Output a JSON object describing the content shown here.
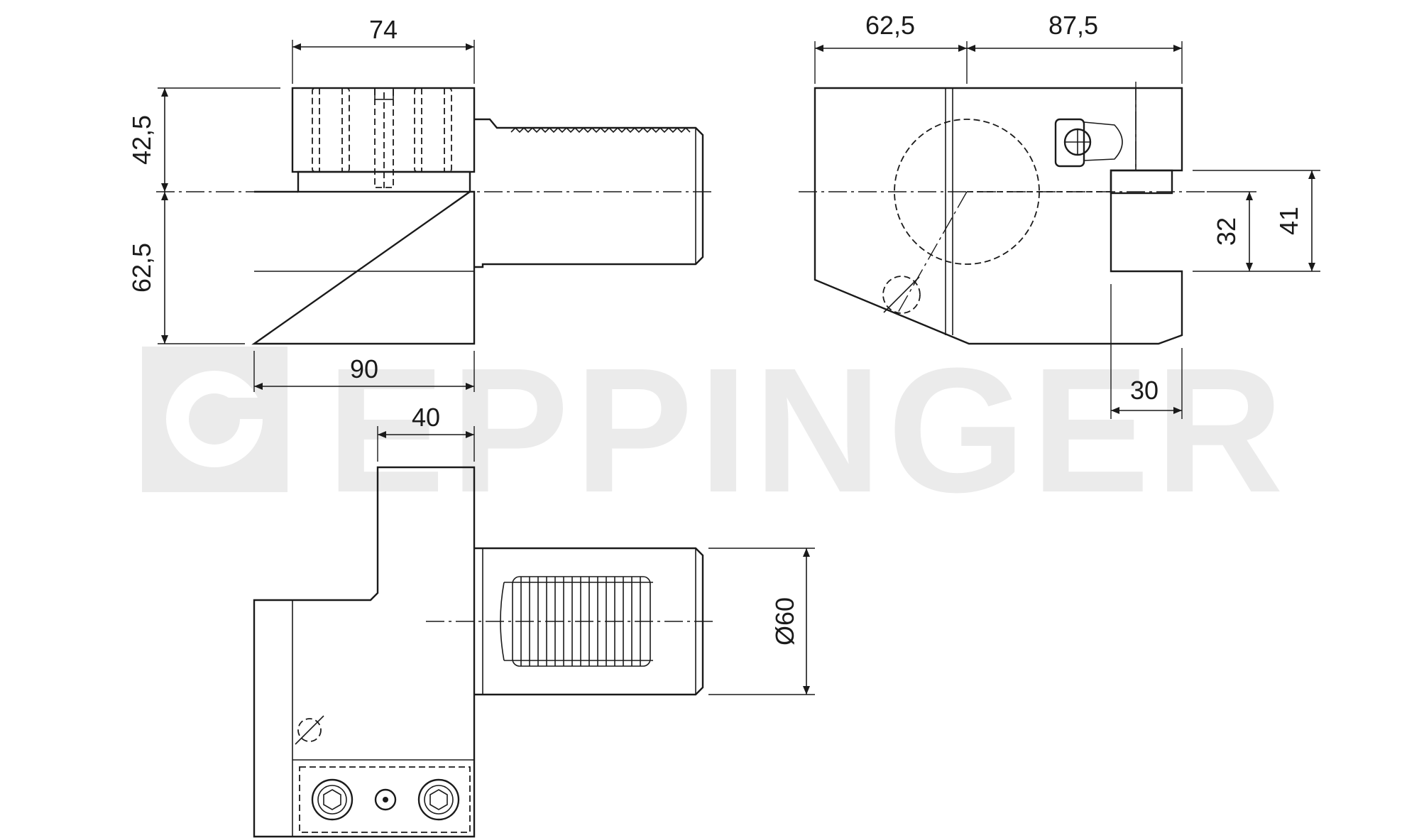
{
  "watermark": {
    "text": "EPPINGER",
    "color": "#ebebeb"
  },
  "dimensions": {
    "top_width": "74",
    "left_upper_height": "42,5",
    "left_lower_height": "62,5",
    "bottom_width": "90",
    "offset_width": "40",
    "right_left_width": "62,5",
    "right_right_width": "87,5",
    "slot_height_inner": "32",
    "slot_height_outer": "41",
    "slot_width": "30",
    "shank_diameter": "Ø60"
  },
  "colors": {
    "line": "#1a1a1a",
    "background": "#ffffff"
  }
}
